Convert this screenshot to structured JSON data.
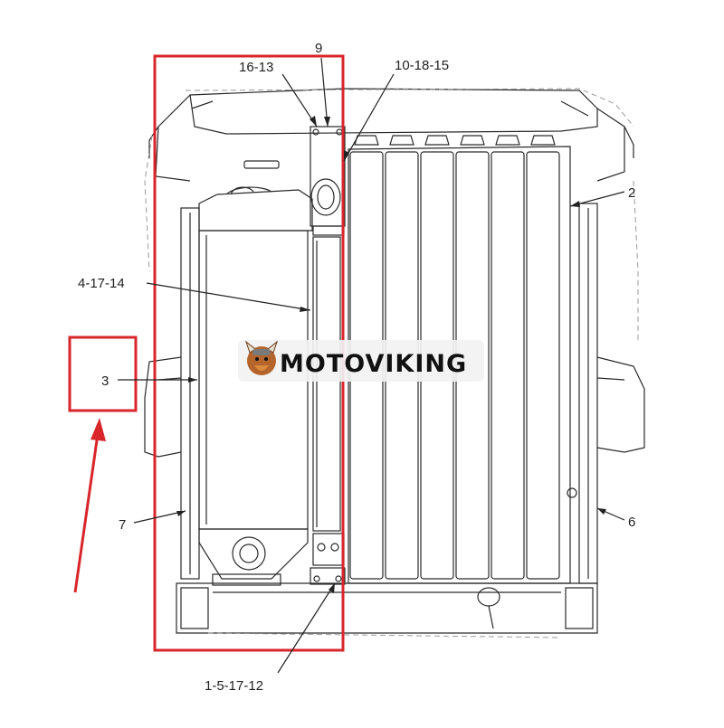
{
  "colors": {
    "highlight": "#d8262b",
    "line": "#2a2a2a",
    "dashed": "#9a9a9a",
    "watermark_bg": "#f2f2f2"
  },
  "watermark": {
    "text": "MOTOVIKING",
    "icon": "viking-mascot-icon"
  },
  "callouts": {
    "c9": "9",
    "c16_13": "16-13",
    "c10_18_15": "10-18-15",
    "c2": "2",
    "c4_17_14": "4-17-14",
    "c3": "3",
    "c7": "7",
    "c6": "6",
    "c1_5_17_12": "1-5-17-12"
  }
}
